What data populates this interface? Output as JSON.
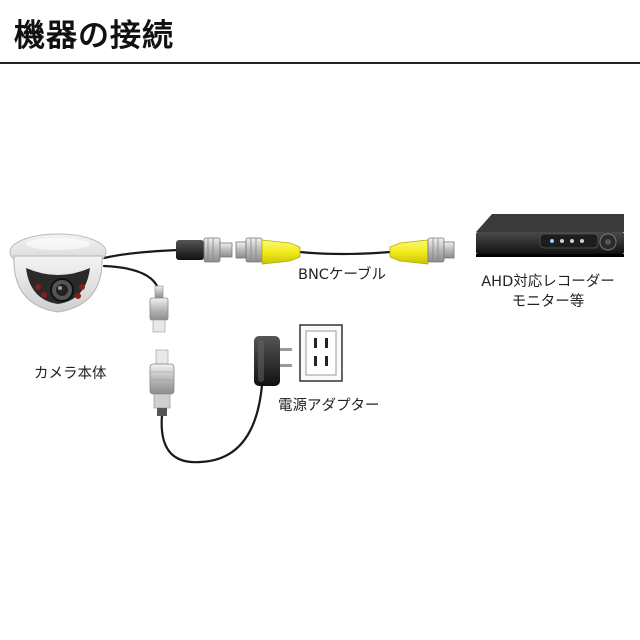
{
  "title": "機器の接続",
  "labels": {
    "camera": "カメラ本体",
    "bnc_cable": "BNCケーブル",
    "power_adapter": "電源アダプター",
    "recorder_line1": "AHD対応レコーダー",
    "recorder_line2": "モニター等"
  },
  "icons": {
    "camera": "dome-camera-icon",
    "recorder": "dvr-recorder-icon",
    "adapter": "power-adapter-icon",
    "outlet": "wall-outlet-icon"
  },
  "colors": {
    "bnc_connector_yellow": "#f2ec1a",
    "cable": "#1a1a1a",
    "title_rule": "#222222"
  }
}
